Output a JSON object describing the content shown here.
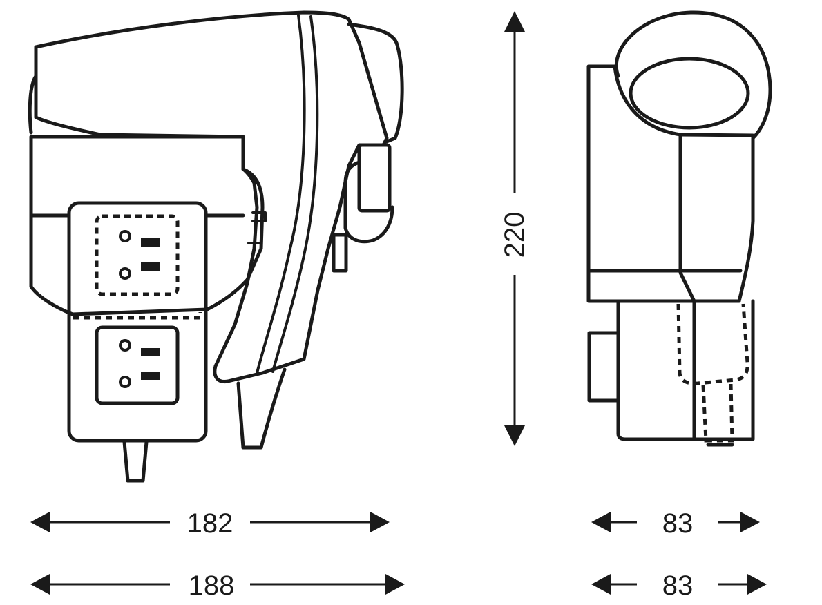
{
  "dimensions": {
    "height": "220",
    "front_width_top": "182",
    "front_width_bottom": "188",
    "side_width_top": "83",
    "side_width_bottom": "83"
  }
}
